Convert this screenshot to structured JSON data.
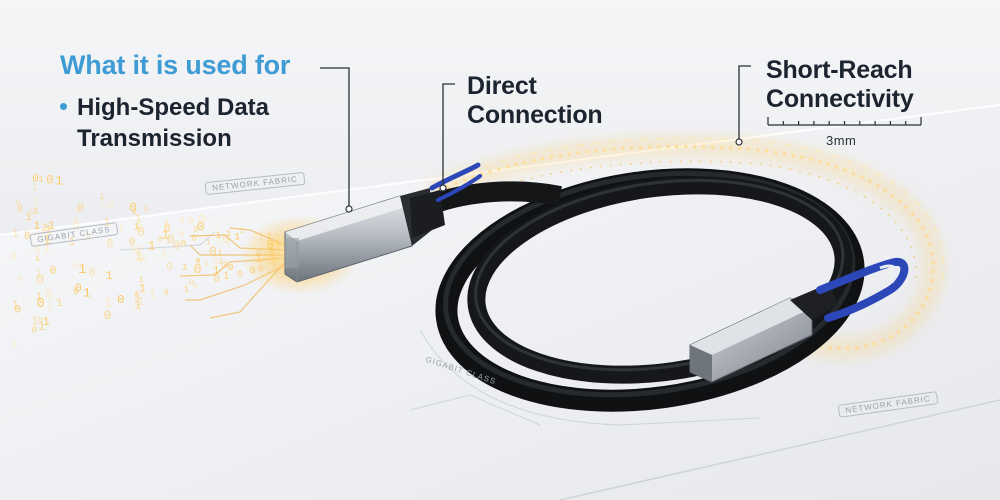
{
  "callouts": {
    "usage_heading": "What it is used for",
    "usage_bullet": "High-Speed Data Transmission",
    "direct": "Direct Connection",
    "short_reach": "Short-Reach Connectivity",
    "scale_value": "3mm"
  },
  "surface_labels": {
    "network_fabric_top": "NETWORK FABRIC",
    "gigabit_class_left": "GIGABIT CLASS",
    "gigabit_class_curve": "GIGABIT CLASS",
    "network_fabric_bottom": "NETWORK FABRIC"
  },
  "colors": {
    "accent_blue": "#3f9bd4",
    "text_dark": "#1c2430",
    "cable_black": "#16181b",
    "data_glow": "#ffc857",
    "pull_tab": "#2b47b8"
  }
}
